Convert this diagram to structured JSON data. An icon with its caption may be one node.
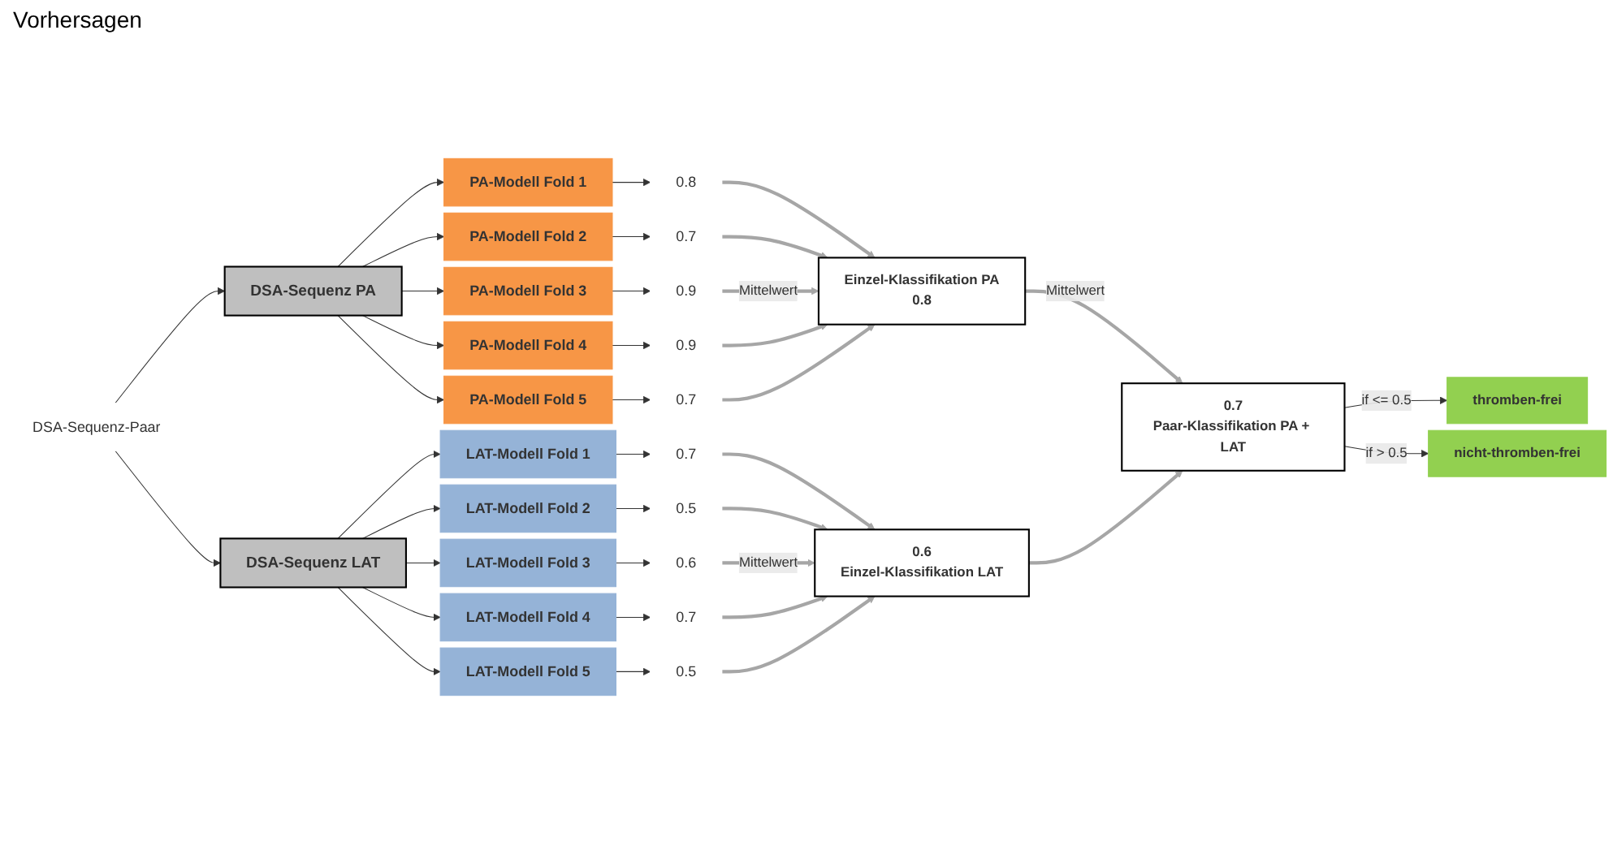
{
  "diagram": {
    "nodes": [
      {
        "text": [
          "DSA-Sequenz PA"
        ]
      },
      {
        "text": [
          "DSA-Sequenz-Paar"
        ]
      },
      {
        "text": [
          "DSA-Sequenz LAT"
        ]
      },
      {
        "text": [
          "PA-Modell Fold 1"
        ]
      },
      {
        "text": [
          "PA-Modell Fold 2"
        ]
      },
      {
        "text": [
          "PA-Modell Fold 3"
        ]
      },
      {
        "text": [
          "PA-Modell Fold 4"
        ]
      },
      {
        "text": [
          "PA-Modell Fold 5"
        ]
      },
      {
        "text": [
          "0.8"
        ]
      },
      {
        "text": [
          "0.7"
        ]
      },
      {
        "text": [
          "0.9"
        ]
      },
      {
        "text": [
          "0.9"
        ]
      },
      {
        "text": [
          "0.7"
        ]
      },
      {
        "text": [
          "LAT-Modell Fold 1"
        ]
      },
      {
        "text": [
          "LAT-Modell Fold 2"
        ]
      },
      {
        "text": [
          "LAT-Modell Fold 3"
        ]
      },
      {
        "text": [
          "LAT-Modell Fold 4"
        ]
      },
      {
        "text": [
          "LAT-Modell Fold 5"
        ]
      },
      {
        "text": [
          "0.7"
        ]
      },
      {
        "text": [
          "0.5"
        ]
      },
      {
        "text": [
          "0.6"
        ]
      },
      {
        "text": [
          "0.7"
        ]
      },
      {
        "text": [
          "0.5"
        ]
      },
      {
        "text": [
          "Einzel-Klassifikation PA",
          "0.8"
        ]
      },
      {
        "text": [
          "0.6",
          "Einzel-Klassifikation LAT"
        ]
      },
      {
        "text": [
          "0.7",
          "Paar-Klassifikation PA + LAT"
        ]
      },
      {
        "text": [
          "thromben-frei"
        ]
      },
      {
        "text": [
          "nicht-thromben-frei"
        ]
      }
    ],
    "edges": [
      {
        "from": 1,
        "to": 0,
        "arrow": "to"
      },
      {
        "from": 1,
        "to": 2,
        "arrow": "to"
      },
      {
        "from": 0,
        "to": 3,
        "arrow": "to"
      },
      {
        "from": 0,
        "to": 4,
        "arrow": "to"
      },
      {
        "from": 0,
        "to": 5,
        "arrow": "to"
      },
      {
        "from": 0,
        "to": 6,
        "arrow": "to"
      },
      {
        "from": 0,
        "to": 7,
        "arrow": "to"
      },
      {
        "from": 3,
        "to": 8,
        "arrow": "to"
      },
      {
        "from": 4,
        "to": 9,
        "arrow": "to"
      },
      {
        "from": 5,
        "to": 10,
        "arrow": "to"
      },
      {
        "from": 6,
        "to": 11,
        "arrow": "to"
      },
      {
        "from": 7,
        "to": 12,
        "arrow": "to"
      },
      {
        "from": 2,
        "to": 13,
        "arrow": "to"
      },
      {
        "from": 2,
        "to": 14,
        "arrow": "to"
      },
      {
        "from": 2,
        "to": 15,
        "arrow": "to"
      },
      {
        "from": 2,
        "to": 16,
        "arrow": "to"
      },
      {
        "from": 2,
        "to": 17,
        "arrow": "to"
      },
      {
        "from": 13,
        "to": 18,
        "arrow": "to"
      },
      {
        "from": 14,
        "to": 19,
        "arrow": "to"
      },
      {
        "from": 15,
        "to": 20,
        "arrow": "to"
      },
      {
        "from": 16,
        "to": 21,
        "arrow": "to"
      },
      {
        "from": 17,
        "to": 22,
        "arrow": "to"
      },
      {
        "from": 8,
        "to": 23,
        "arrow": "to",
        "style": "thick",
        "color": "#a6a6a6"
      },
      {
        "from": 9,
        "to": 23,
        "arrow": "to",
        "style": "thick",
        "color": "#a6a6a6"
      },
      {
        "from": 10,
        "to": 23,
        "arrow": "to",
        "style": "thick",
        "color": "#a6a6a6",
        "label": "Mittelwert"
      },
      {
        "from": 11,
        "to": 23,
        "arrow": "to",
        "style": "thick",
        "color": "#a6a6a6"
      },
      {
        "from": 12,
        "to": 23,
        "arrow": "to",
        "style": "thick",
        "color": "#a6a6a6"
      },
      {
        "from": 18,
        "to": 24,
        "arrow": "to",
        "style": "thick",
        "color": "#a6a6a6"
      },
      {
        "from": 19,
        "to": 24,
        "arrow": "to",
        "style": "thick",
        "color": "#a6a6a6"
      },
      {
        "from": 20,
        "to": 24,
        "arrow": "to",
        "style": "thick",
        "color": "#a6a6a6",
        "label": "Mittelwert"
      },
      {
        "from": 21,
        "to": 24,
        "arrow": "to",
        "style": "thick",
        "color": "#a6a6a6"
      },
      {
        "from": 22,
        "to": 24,
        "arrow": "to",
        "style": "thick",
        "color": "#a6a6a6"
      },
      {
        "from": 23,
        "to": 25,
        "arrow": "to",
        "style": "thick",
        "color": "#a6a6a6",
        "label": "Mittelwert"
      },
      {
        "from": 24,
        "to": 25,
        "arrow": "to",
        "style": "thick",
        "color": "#a6a6a6"
      },
      {
        "from": 25,
        "to": 26,
        "arrow": "to",
        "label": "if <= 0.5"
      },
      {
        "from": 25,
        "to": 27,
        "arrow": "to",
        "label": "if > 0.5"
      }
    ],
    "labels": [
      "Vorhersagen"
    ]
  }
}
